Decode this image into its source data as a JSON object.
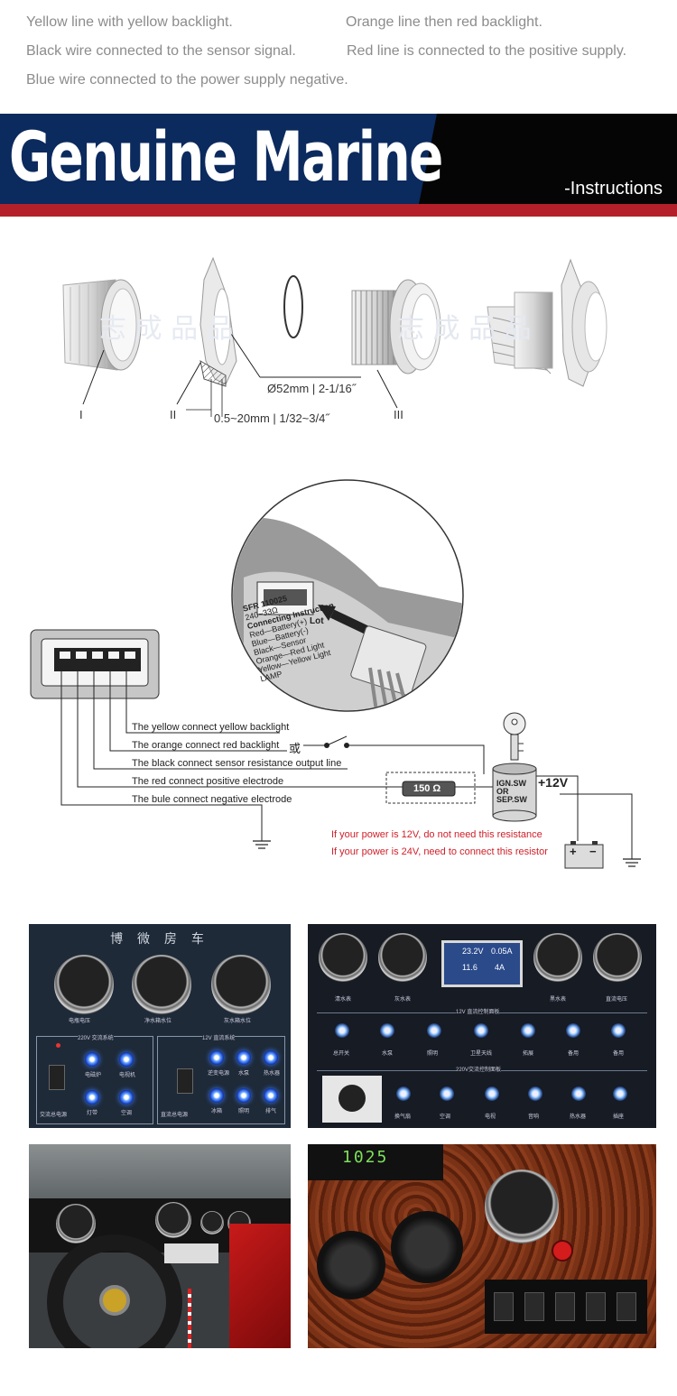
{
  "top_notes": [
    "Yellow line with yellow backlight.",
    "Orange line then red backlight.",
    "Black wire connected to the sensor signal.",
    "Red line is connected to the positive supply.",
    "Blue wire connected to the power supply negative."
  ],
  "banner": {
    "title": "Genuine Marine",
    "subtitle": "-Instructions",
    "colors": {
      "blue": "#0b2a5e",
      "black": "#050505",
      "red": "#b3202a"
    }
  },
  "mounting": {
    "labels": {
      "part1": "I",
      "part2": "II",
      "part3": "III"
    },
    "diameter": "Ø52mm | 2-1/16˝",
    "thickness": "0.5~20mm | 1/32~3/4˝",
    "watermark": "志 成 品 品"
  },
  "wiring": {
    "lines": [
      "The yellow connect yellow backlight",
      "The orange connect red backlight",
      "The black connect sensor resistance output line",
      "The red connect positive electrode",
      "The bule connect negative electrode"
    ],
    "or_label": "或",
    "resistor": "150 Ω",
    "switch": "IGN.SW\nOR\nSEP.SW",
    "voltage": "+12V",
    "notes": [
      "If your power is 12V, do not need this resistance",
      "If your power is 24V, need to connect this resistor"
    ],
    "battery": {
      "plus": "+",
      "minus": "−"
    },
    "back_label": {
      "model": "SFR 110025",
      "lot": "Lot",
      "range": "240~33Ω",
      "heading": "Connecting Instruction",
      "rows": [
        "Red—Battery(+)",
        "Blue—Battery(-)",
        "Black—Sensor",
        "Orange—Red Light",
        "Yellow—Yellow Light",
        "LAMP"
      ]
    }
  },
  "photos": {
    "panel1": {
      "title": "博 微 房 车",
      "gauges": [
        "电瓶电压",
        "净水箱水位",
        "灰水箱水位"
      ],
      "left_box_title": "220V 交流系统",
      "right_box_title": "12V 直流系统",
      "left_buttons": [
        "电磁炉",
        "电视机",
        "灯带",
        "空调"
      ],
      "left_switch": "交流总电源",
      "right_buttons": [
        "逆变电源",
        "水泵",
        "热水器",
        "冰箱",
        "照明",
        "排气"
      ],
      "right_switch": "直流总电源"
    },
    "panel2": {
      "lcd": [
        "23.2V",
        "0.05A",
        "11.6",
        "4A"
      ],
      "gauges": [
        "清水表",
        "灰水表",
        "黑水表",
        "直流电压"
      ],
      "section1": "12V 直流控制面板",
      "row1": [
        "总开关",
        "水泵",
        "照明",
        "卫星天线",
        "拓展",
        "备用",
        "备用"
      ],
      "section2": "220V交流控制面板",
      "row2": [
        "换气扇",
        "空调",
        "电视",
        "音响",
        "热水器",
        "插座"
      ]
    },
    "panel4": {
      "display": "1025"
    }
  }
}
